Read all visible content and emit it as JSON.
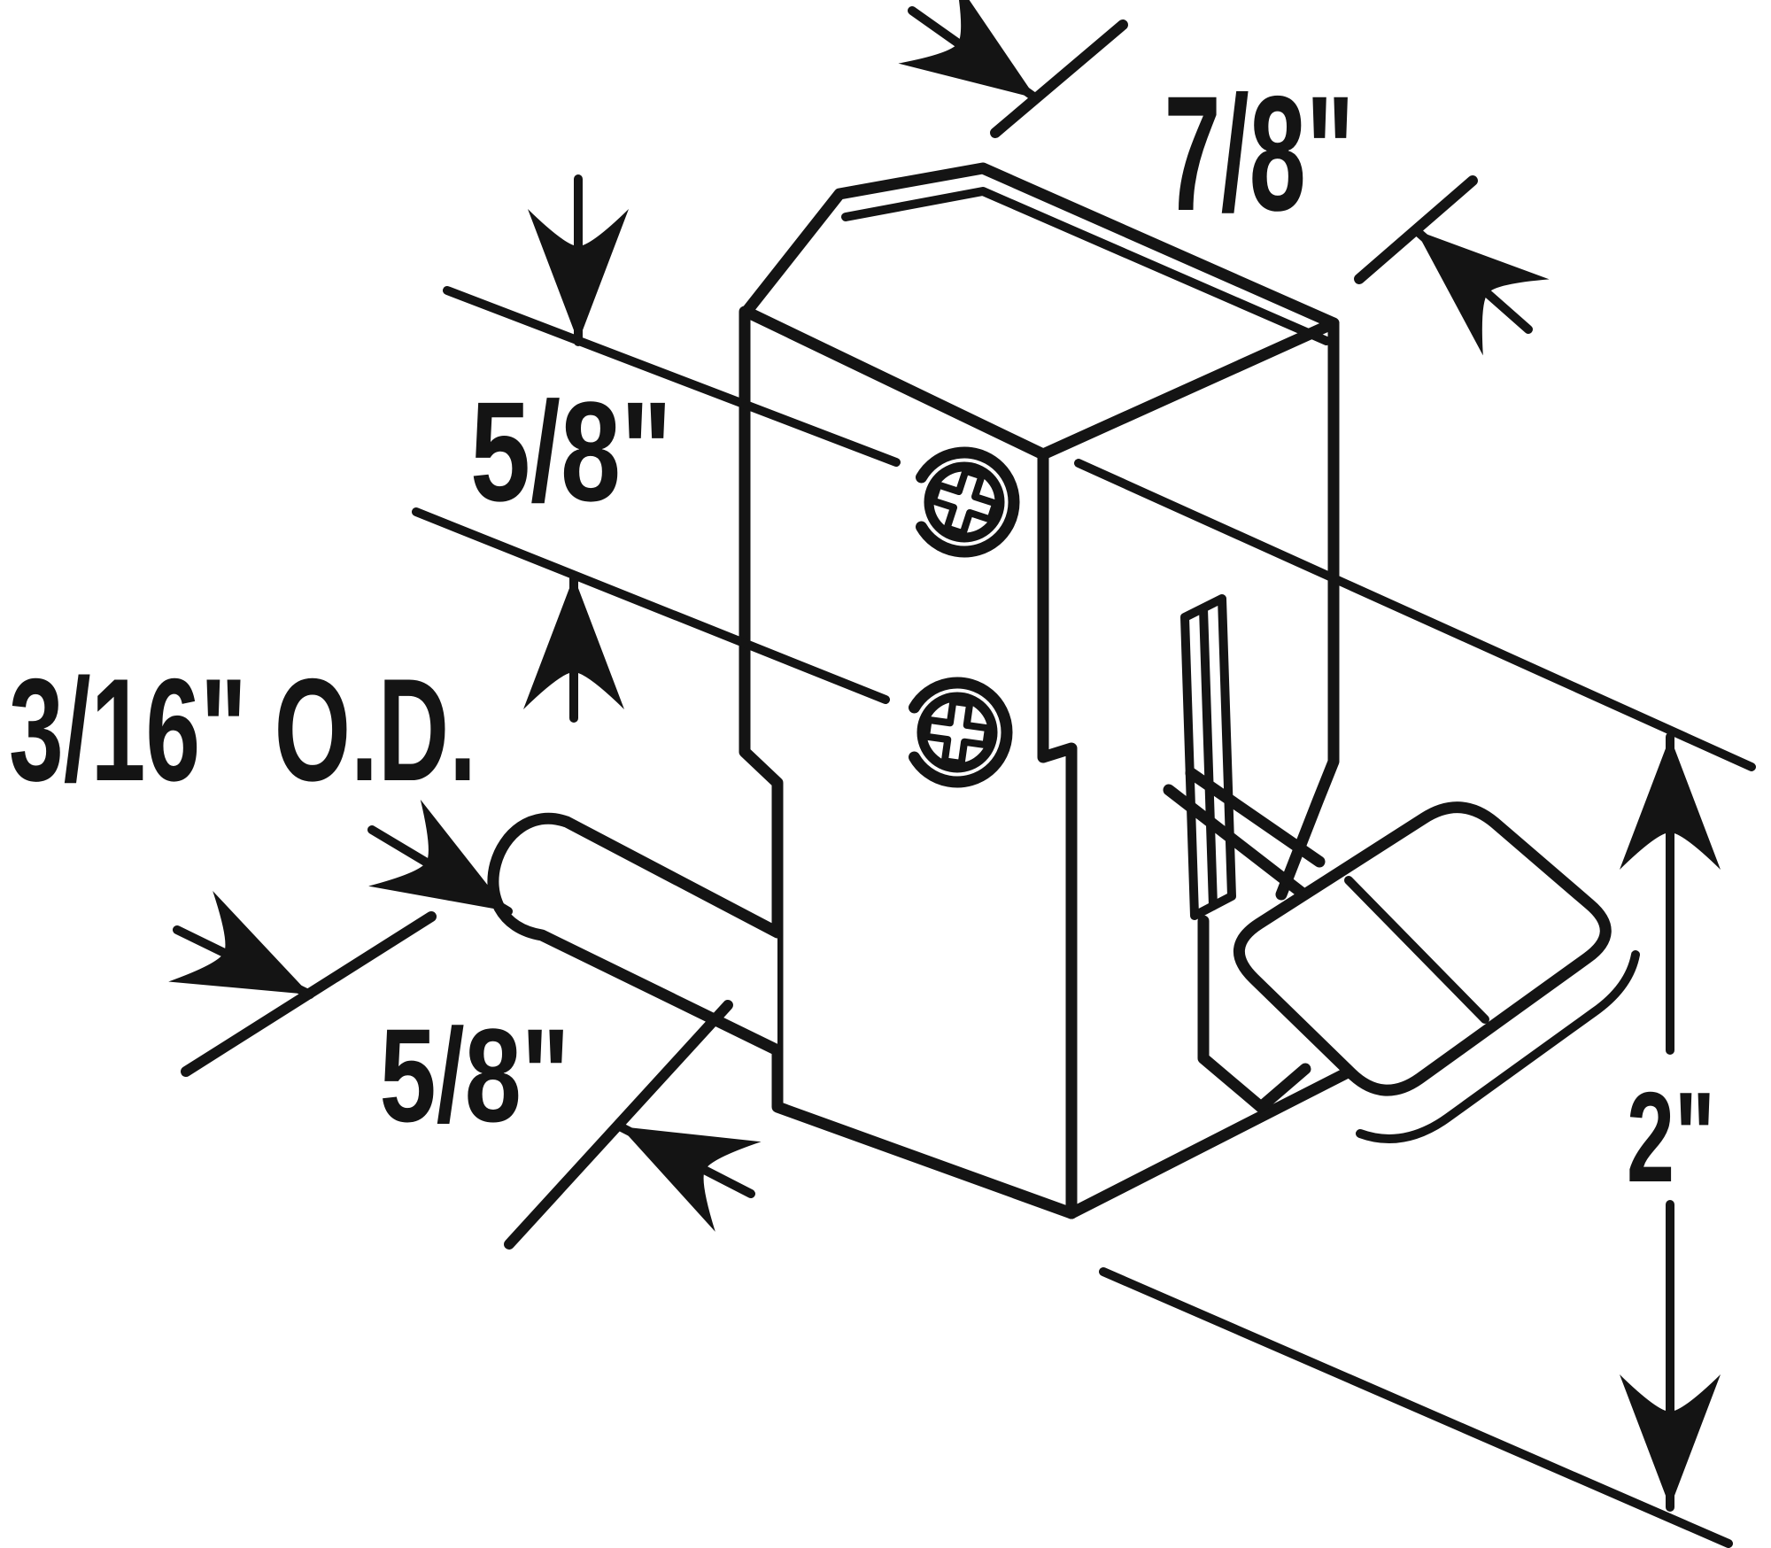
{
  "diagram": {
    "title": "Sliding window lock - dimension diagram",
    "background_color": "#ffffff",
    "line_color": "#141414",
    "labels": [
      {
        "id": "top-width",
        "text": "7/8\""
      },
      {
        "id": "screw-spacing",
        "text": "5/8\""
      },
      {
        "id": "pin-outer-diameter",
        "text": "3/16\" O.D."
      },
      {
        "id": "pin-length",
        "text": "5/8\""
      },
      {
        "id": "overall-height",
        "text": "2\""
      }
    ]
  }
}
